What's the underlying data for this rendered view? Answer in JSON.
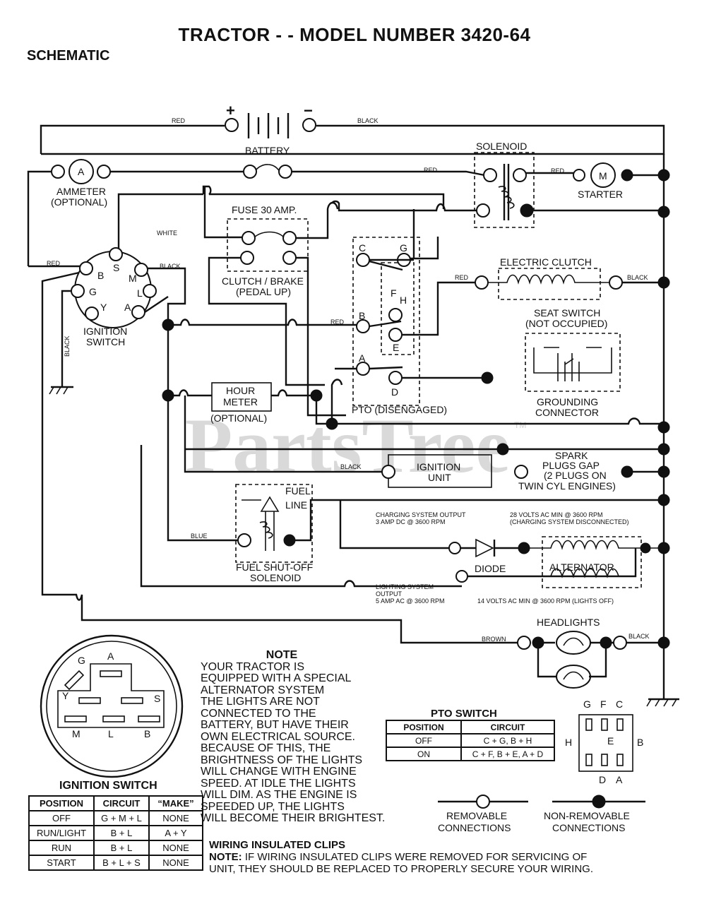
{
  "title": "TRACTOR - - MODEL NUMBER 3420-64",
  "subtitle": "SCHEMATIC",
  "watermark": "PartsTree",
  "watermark_tm": "TM",
  "components": {
    "battery": "BATTERY",
    "battery_plus": "+",
    "battery_minus": "−",
    "solenoid": "SOLENOID",
    "starter": "STARTER",
    "starter_symbol": "M",
    "ammeter_symbol": "A",
    "ammeter_1": "AMMETER",
    "ammeter_2": "(OPTIONAL)",
    "fuse_label": "FUSE 30 AMP.",
    "clutch_brake_1": "CLUTCH / BRAKE",
    "clutch_brake_2": "(PEDAL UP)",
    "electric_clutch": "ELECTRIC CLUTCH",
    "seat_switch_1": "SEAT SWITCH",
    "seat_switch_2": "(NOT OCCUPIED)",
    "grounding_1": "GROUNDING",
    "grounding_2": "CONNECTOR",
    "ignition_switch_1": "IGNITION",
    "ignition_switch_2": "SWITCH",
    "hour_meter_1": "HOUR",
    "hour_meter_2": "METER",
    "hour_meter_3": "(OPTIONAL)",
    "pto_disengaged": "PTO (DISENGAGED)",
    "ignition_unit_1": "IGNITION",
    "ignition_unit_2": "UNIT",
    "spark_1": "SPARK",
    "spark_2": "PLUGS GAP",
    "spark_3": "(2 PLUGS ON",
    "spark_4": "TWIN CYL  ENGINES)",
    "fuel_line_1": "FUEL",
    "fuel_line_2": "LINE",
    "fuel_shutoff_1": "FUEL SHUT-OFF",
    "fuel_shutoff_2": "SOLENOID",
    "diode": "DIODE",
    "alternator": "ALTERNATOR",
    "headlights": "HEADLIGHTS",
    "charging_output_1": "CHARGING SYSTEM OUTPUT",
    "charging_output_2": "3 AMP DC @ 3600 RPM",
    "charging_volts_1": "28 VOLTS AC MIN  @ 3600 RPM",
    "charging_volts_2": "(CHARGING SYSTEM DISCONNECTED)",
    "lighting_output_1": "LIGHTING SYSTEM",
    "lighting_output_2": "OUTPUT",
    "lighting_output_3": "5 AMP AC @ 3600 RPM",
    "lighting_volts": "14 VOLTS AC MIN  @ 3600 RPM (LIGHTS OFF)"
  },
  "terminals": {
    "ignition": [
      "B",
      "S",
      "M",
      "G",
      "L",
      "Y",
      "A"
    ],
    "pto": [
      "C",
      "G",
      "F",
      "H",
      "B",
      "E",
      "A",
      "D"
    ]
  },
  "wire_colors": {
    "red": "RED",
    "black": "BLACK",
    "white": "WHITE",
    "blue": "BLUE",
    "brown": "BROWN"
  },
  "ign_diagram_letters": [
    "G",
    "A",
    "Y",
    "S",
    "M",
    "L",
    "B"
  ],
  "pto_diagram_letters": [
    "G",
    "F",
    "C",
    "H",
    "E",
    "B",
    "D",
    "A"
  ],
  "note": {
    "title": "NOTE",
    "lines": [
      "YOUR TRACTOR IS",
      "EQUIPPED WITH A SPECIAL",
      "ALTERNATOR SYSTEM",
      "THE LIGHTS ARE NOT",
      "CONNECTED TO THE",
      "BATTERY, BUT HAVE THEIR",
      "OWN ELECTRICAL SOURCE.",
      "BECAUSE OF THIS, THE",
      "BRIGHTNESS OF THE LIGHTS",
      "WILL CHANGE WITH ENGINE",
      "SPEED.  AT IDLE THE LIGHTS",
      "WILL DIM.  AS THE ENGINE IS",
      "SPEEDED UP, THE LIGHTS",
      "WILL BECOME THEIR BRIGHTEST."
    ]
  },
  "ignition_table": {
    "title": "IGNITION SWITCH",
    "headers": [
      "POSITION",
      "CIRCUIT",
      "“MAKE”"
    ],
    "rows": [
      [
        "OFF",
        "G + M + L",
        "NONE"
      ],
      [
        "RUN/LIGHT",
        "B + L",
        "A + Y"
      ],
      [
        "RUN",
        "B + L",
        "NONE"
      ],
      [
        "START",
        "B + L + S",
        "NONE"
      ]
    ]
  },
  "pto_table": {
    "title": "PTO SWITCH",
    "headers": [
      "POSITION",
      "CIRCUIT"
    ],
    "rows": [
      [
        "OFF",
        "C + G, B + H"
      ],
      [
        "ON",
        "C + F, B + E, A + D"
      ]
    ]
  },
  "legend": {
    "removable_1": "REMOVABLE",
    "removable_2": "CONNECTIONS",
    "nonremovable_1": "NON-REMOVABLE",
    "nonremovable_2": "CONNECTIONS"
  },
  "clips": {
    "title": "WIRING INSULATED CLIPS",
    "note_label": "NOTE:",
    "note_line1": " IF WIRING INSULATED CLIPS WERE REMOVED FOR SERVICING OF",
    "note_line2": "UNIT, THEY SHOULD BE REPLACED TO PROPERLY SECURE YOUR WIRING."
  }
}
